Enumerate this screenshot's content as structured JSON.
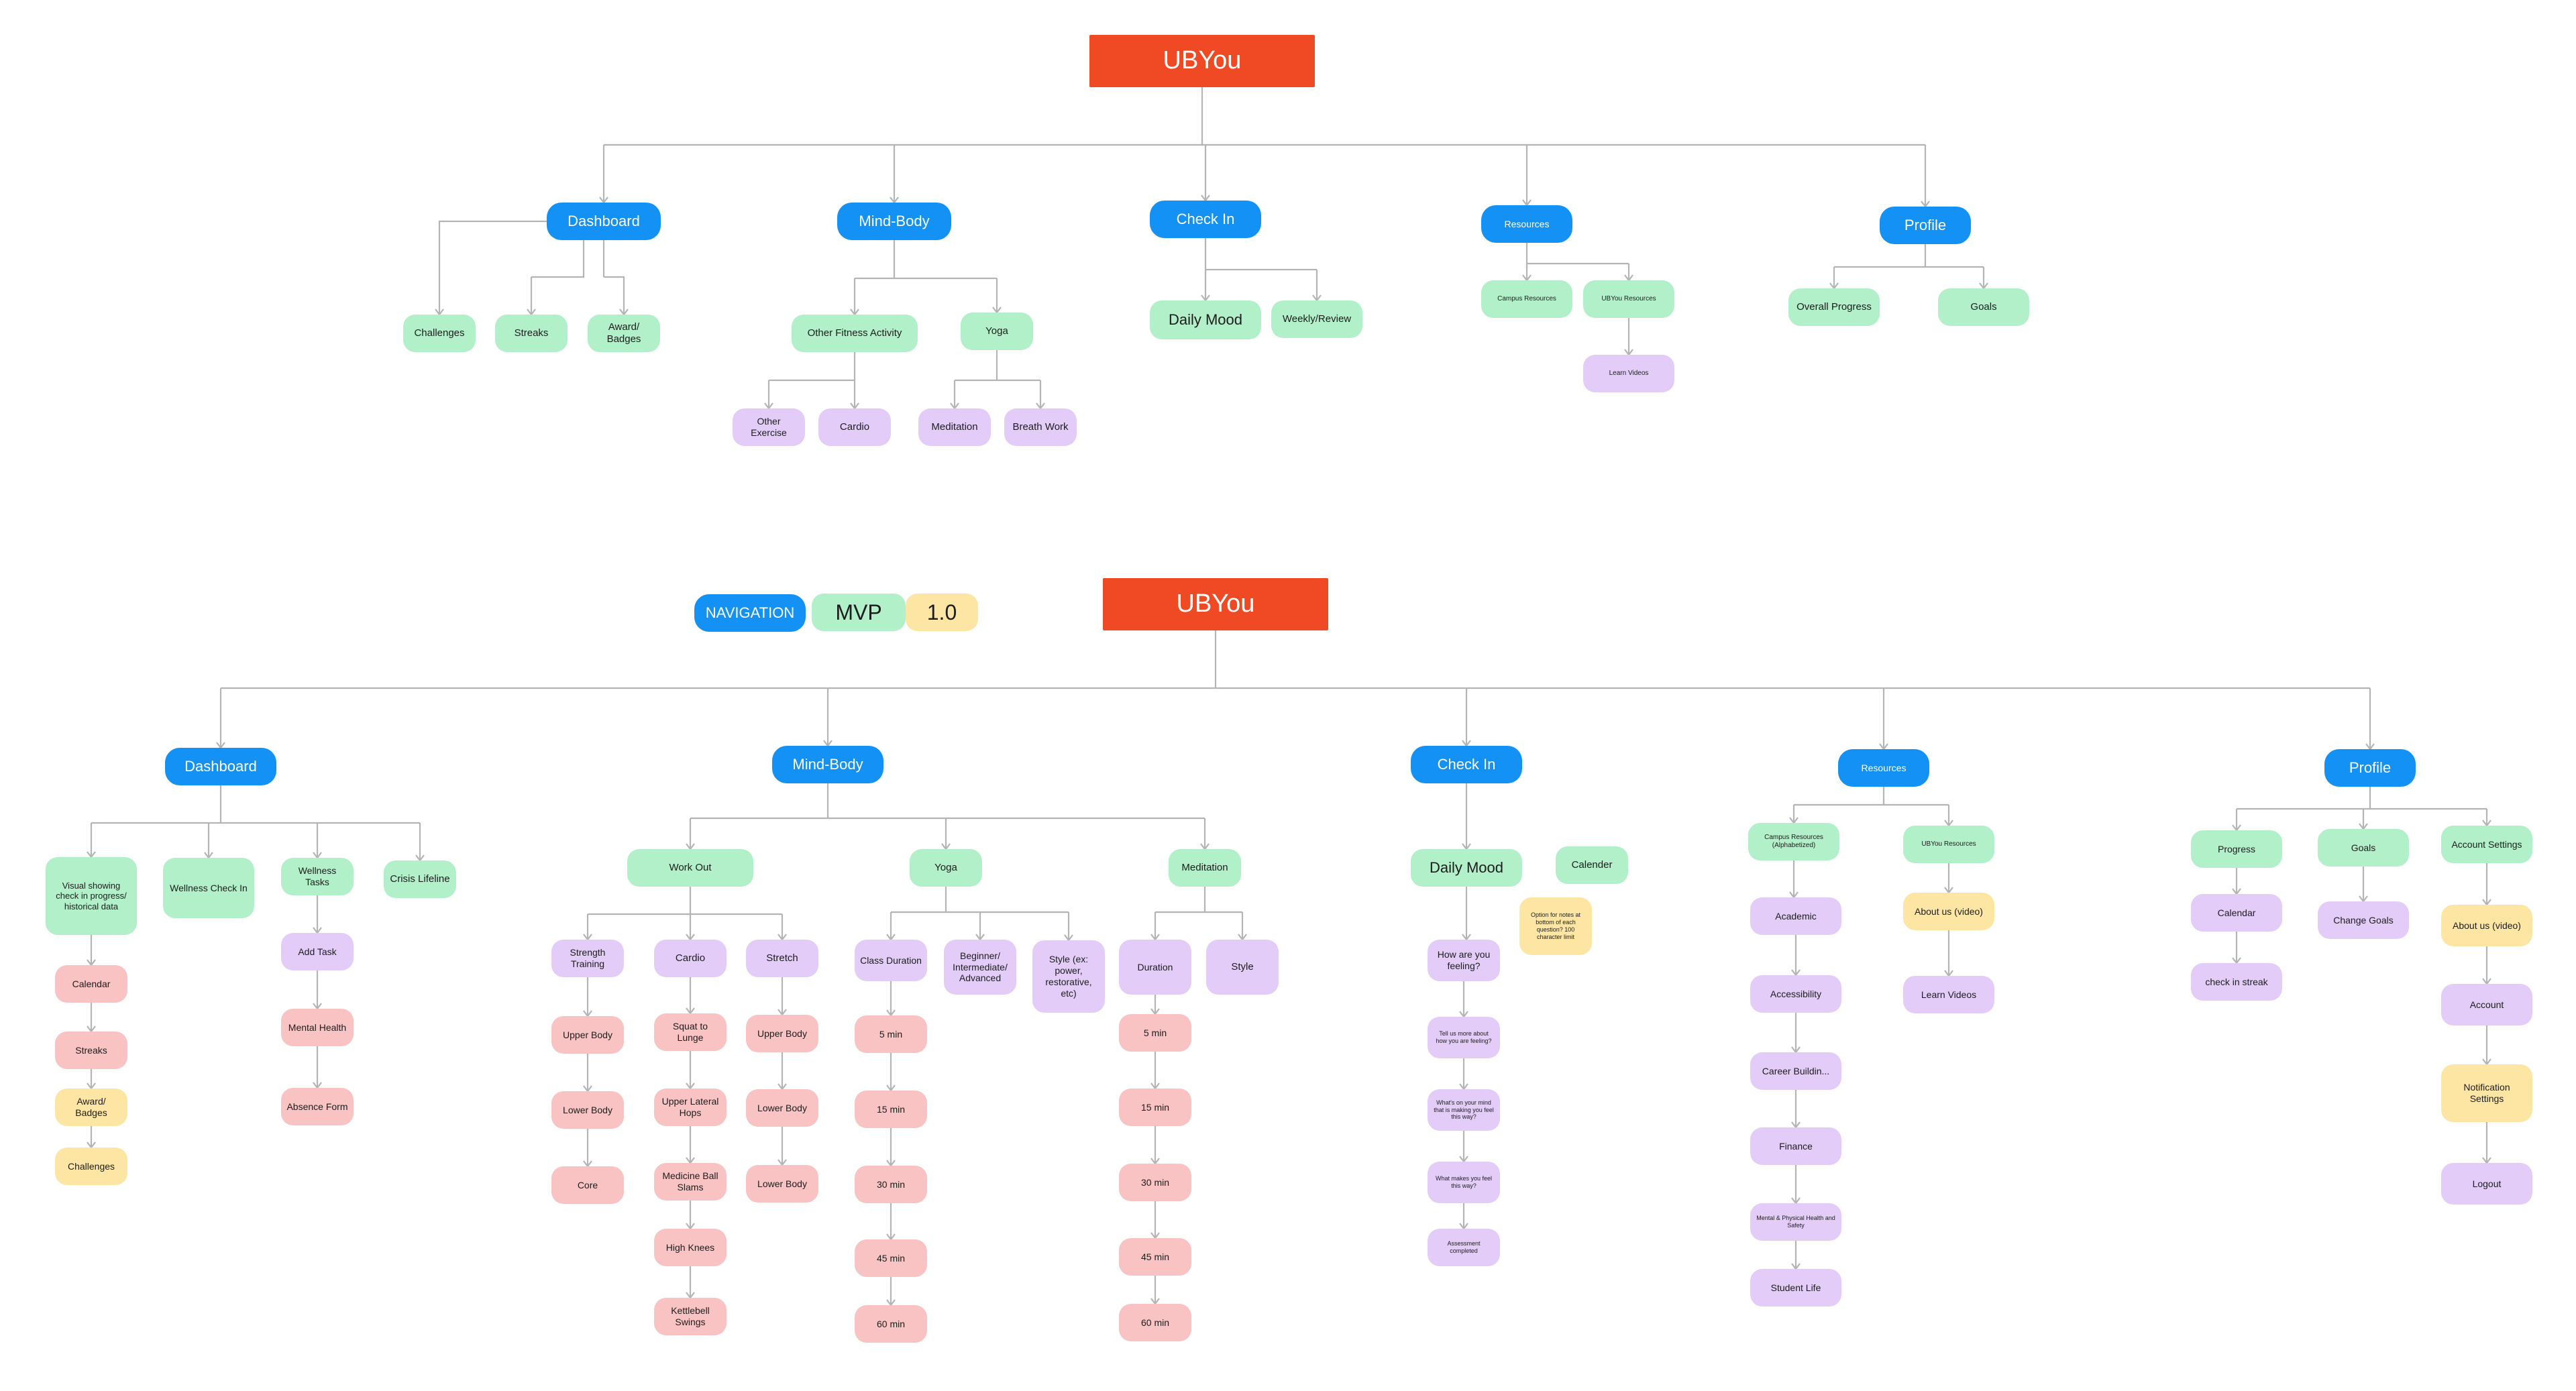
{
  "colors": {
    "title": "#f04a24",
    "navigation": "#1391f5",
    "mvp": "#b1f0c9",
    "v1": "#fde6a3",
    "purple": "#e3cdf8",
    "pink": "#f9c3c3",
    "connector": "#b4b4b4"
  },
  "top_chart": {
    "title": "UBYou",
    "dashboard": {
      "label": "Dashboard",
      "children": [
        "Challenges",
        "Streaks",
        "Award/ Badges"
      ]
    },
    "mind_body": {
      "label": "Mind-Body",
      "other_fitness": {
        "label": "Other Fitness Activity",
        "children": [
          "Other Exercise",
          "Cardio"
        ]
      },
      "yoga": {
        "label": "Yoga",
        "children": [
          "Meditation",
          "Breath Work"
        ]
      }
    },
    "check_in": {
      "label": "Check In",
      "children": [
        "Daily Mood",
        "Weekly/Review"
      ]
    },
    "resources": {
      "label": "Resources",
      "campus": "Campus Resources",
      "ubyou": "UBYou Resources",
      "learn": "Learn Videos"
    },
    "profile": {
      "label": "Profile",
      "children": [
        "Overall Progress",
        "Goals"
      ]
    }
  },
  "legend": {
    "navigation": "NAVIGATION",
    "mvp": "MVP",
    "version": "1.0"
  },
  "bottom_chart": {
    "title": "UBYou",
    "dashboard": {
      "label": "Dashboard",
      "visual": "Visual showing check in progress/ historical data",
      "visual_children": [
        "Calendar",
        "Streaks",
        "Award/ Badges",
        "Challenges"
      ],
      "wellness_check": "Wellness Check In",
      "wellness_tasks": "Wellness Tasks",
      "tasks_children": [
        "Add Task",
        "Mental Health",
        "Absence Form"
      ],
      "crisis": "Crisis Lifeline"
    },
    "mind_body": {
      "label": "Mind-Body",
      "work_out": {
        "label": "Work Out",
        "strength": {
          "label": "Strength Training",
          "children": [
            "Upper Body",
            "Lower Body",
            "Core"
          ]
        },
        "cardio": {
          "label": "Cardio",
          "children": [
            "Squat to Lunge",
            "Upper Lateral Hops",
            "Medicine Ball Slams",
            "High Knees",
            "Kettlebell Swings"
          ]
        },
        "stretch": {
          "label": "Stretch",
          "children": [
            "Upper Body",
            "Lower Body",
            "Lower Body"
          ]
        }
      },
      "yoga": {
        "label": "Yoga",
        "class_duration": {
          "label": "Class Duration",
          "children": [
            "5 min",
            "15 min",
            "30 min",
            "45 min",
            "60 min"
          ]
        },
        "level": "Beginner/ Intermediate/ Advanced",
        "style": "Style (ex: power, restorative, etc)"
      },
      "meditation": {
        "label": "Meditation",
        "duration": {
          "label": "Duration",
          "children": [
            "5 min",
            "15 min",
            "30 min",
            "45 min",
            "60 min"
          ]
        },
        "style": "Style"
      }
    },
    "check_in": {
      "label": "Check In",
      "daily_mood": "Daily Mood",
      "mood_children": [
        "How are you feeling?",
        "Tell us more about how you are feeling?",
        "What's on your mind that is making you feel this way?",
        "What makes you feel this way?",
        "Assessment completed"
      ],
      "calender": "Calender",
      "notes": "Option for notes at bottom of each question? 100 character limit"
    },
    "resources": {
      "label": "Resources",
      "campus": "Campus Resources (Alphabetized)",
      "campus_children": [
        "Academic",
        "Accessibility",
        "Career Buildin...",
        "Finance",
        "Mental & Physical Health and Safety",
        "Student Life"
      ],
      "ubyou": "UBYou Resources",
      "ubyou_children": [
        "About us (video)",
        "Learn Videos"
      ]
    },
    "profile": {
      "label": "Profile",
      "progress": "Progress",
      "progress_children": [
        "Calendar",
        "check in streak"
      ],
      "goals": "Goals",
      "goals_children": [
        "Change Goals"
      ],
      "account_settings": "Account Settings",
      "account_children": [
        "About us (video)",
        "Account",
        "Notification Settings",
        "Logout"
      ]
    }
  }
}
